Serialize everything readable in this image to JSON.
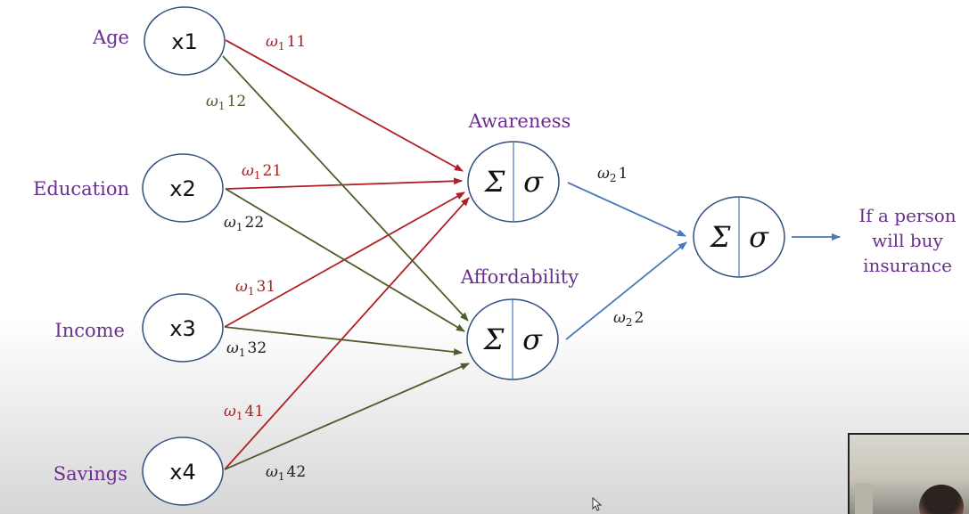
{
  "inputs": [
    {
      "label": "Age",
      "node": "x1"
    },
    {
      "label": "Education",
      "node": "x2"
    },
    {
      "label": "Income",
      "node": "x3"
    },
    {
      "label": "Savings",
      "node": "x4"
    }
  ],
  "hidden": [
    {
      "label": "Awareness",
      "sum": "Σ",
      "act": "σ"
    },
    {
      "label": "Affordability",
      "sum": "Σ",
      "act": "σ"
    }
  ],
  "output_node": {
    "sum": "Σ",
    "act": "σ"
  },
  "output_text": [
    "If a person",
    "will buy",
    "insurance"
  ],
  "weights": {
    "w11": {
      "base": "ω",
      "sub": "1",
      "idx": "11"
    },
    "w12": {
      "base": "ω",
      "sub": "1",
      "idx": "12"
    },
    "w21": {
      "base": "ω",
      "sub": "1",
      "idx": "21"
    },
    "w22": {
      "base": "ω",
      "sub": "1",
      "idx": "22"
    },
    "w31": {
      "base": "ω",
      "sub": "1",
      "idx": "31"
    },
    "w32": {
      "base": "ω",
      "sub": "1",
      "idx": "32"
    },
    "w41": {
      "base": "ω",
      "sub": "1",
      "idx": "41"
    },
    "w42": {
      "base": "ω",
      "sub": "1",
      "idx": "42"
    },
    "w2_1": {
      "base": "ω",
      "sub": "2",
      "idx": "1"
    },
    "w2_2": {
      "base": "ω",
      "sub": "2",
      "idx": "2"
    }
  },
  "colors": {
    "to_awareness": "#b01f24",
    "to_affordability": "#4d5d2c",
    "to_output": "#4a78b8",
    "node_stroke": "#2f4f7f",
    "label": "#6a2f8e"
  }
}
